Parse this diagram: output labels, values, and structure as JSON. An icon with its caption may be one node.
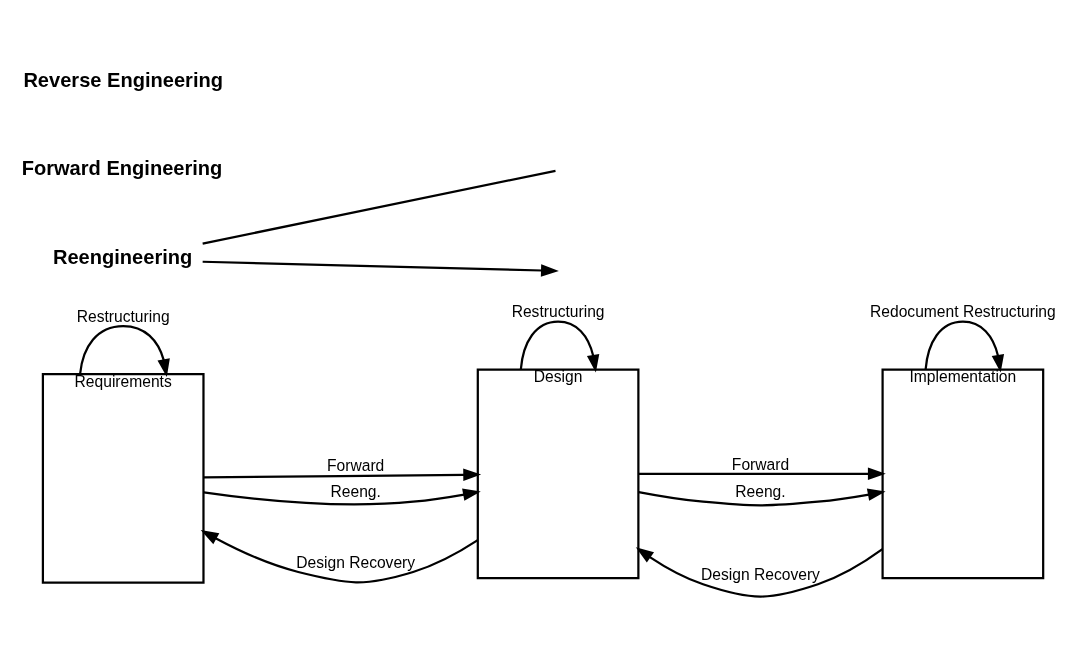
{
  "diagram": {
    "nodes": [
      {
        "text": [
          "Requirements"
        ]
      },
      {
        "text": [
          "Design"
        ]
      },
      {
        "text": [
          "Implementation"
        ]
      },
      {
        "text": [
          "Reengineering"
        ]
      }
    ],
    "edges": [
      {
        "from": 0,
        "to": 1,
        "arrow": "to",
        "label": "Forward"
      },
      {
        "from": 1,
        "to": 2,
        "arrow": "to",
        "label": "Forward"
      },
      {
        "from": 1,
        "to": 0,
        "arrow": "to",
        "label": "Design Recovery"
      },
      {
        "from": 2,
        "to": 1,
        "arrow": "to",
        "label": "Design Recovery"
      },
      {
        "from": 0,
        "to": 0,
        "arrow": "to",
        "label": "Restructuring"
      },
      {
        "from": 1,
        "to": 1,
        "arrow": "to",
        "label": "Restructuring"
      },
      {
        "from": 2,
        "to": 2,
        "arrow": "to",
        "label": "Redocument Restructuring"
      },
      {
        "from": 0,
        "to": 1,
        "arrow": "to",
        "label": "Reeng."
      },
      {
        "from": 1,
        "to": 2,
        "arrow": "to",
        "label": "Reeng."
      },
      {
        "from": 3,
        "to": null,
        "arrow": "none"
      },
      {
        "from": 3,
        "to": null,
        "arrow": "to"
      }
    ],
    "labels": [
      "Forward Engineering",
      "Reverse Engineering"
    ]
  }
}
